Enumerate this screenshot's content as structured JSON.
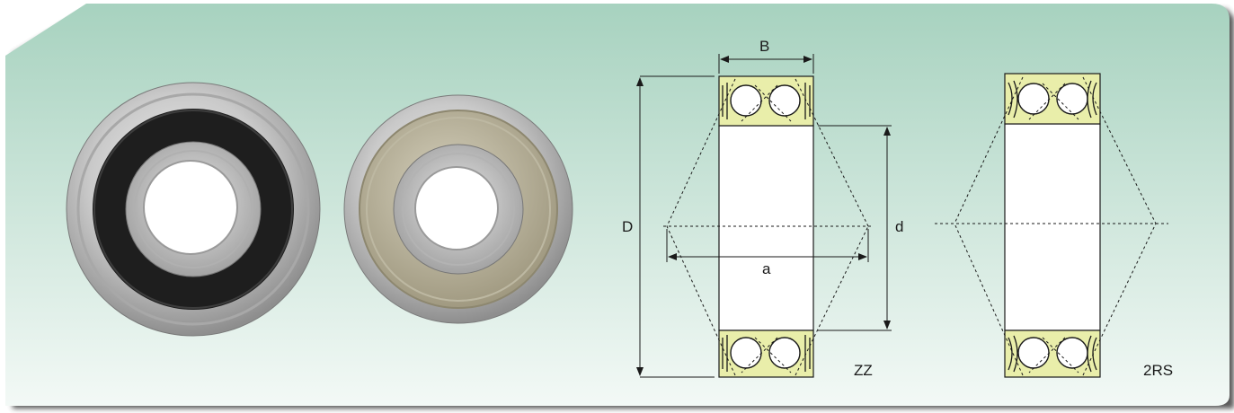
{
  "panel": {
    "gradient_top": "#a7d2bf",
    "gradient_bottom": "#f3f9f6",
    "shadow_color": "#3b3b3b"
  },
  "bearing_photos": [
    {
      "name": "sealed-bearing",
      "seal_color": "#1e1e1e"
    },
    {
      "name": "shielded-bearing",
      "seal_color": "#a9a28a"
    }
  ],
  "drawing": {
    "labels": {
      "width": "B",
      "outer_diameter": "D",
      "inner_diameter": "d",
      "pressure_distance": "a"
    },
    "variants": [
      "ZZ",
      "2RS"
    ],
    "ring_fill": "#e9eeaa",
    "line_color": "#1a1a1a"
  }
}
